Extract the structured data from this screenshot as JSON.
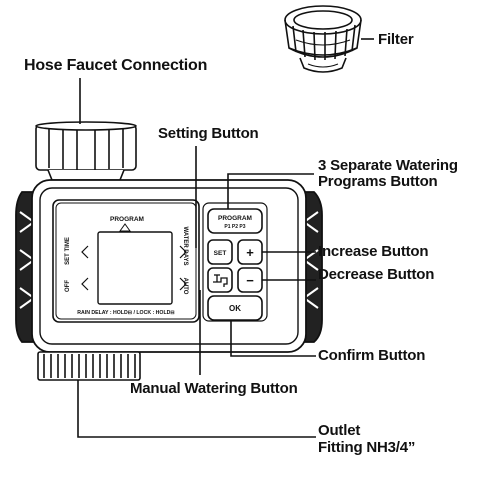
{
  "callouts": {
    "filter": "Filter",
    "hose_faucet": "Hose Faucet Connection",
    "setting": "Setting Button",
    "programs_line1": "3 Separate Watering",
    "programs_line2": "Programs Button",
    "increase": "Increase Button",
    "decrease": "Decrease Button",
    "confirm": "Confirm Button",
    "manual": "Manual Watering Button",
    "outlet_line1": "Outlet",
    "outlet_line2": "Fitting NH3/4”"
  },
  "device": {
    "screen_top": "PROGRAM",
    "screen_left_upper": "SET TIME",
    "screen_left_lower": "OFF",
    "screen_right_upper": "WATER DAYS",
    "screen_right_lower": "AUTO",
    "screen_bottom": "RAIN DELAY : HOLD⊟ / LOCK : HOLD⊟",
    "program_button": "PROGRAM",
    "program_sub": "P1  P2  P3",
    "set_button": "SET",
    "plus_symbol": "+",
    "minus_symbol": "−",
    "ok_button": "OK"
  }
}
